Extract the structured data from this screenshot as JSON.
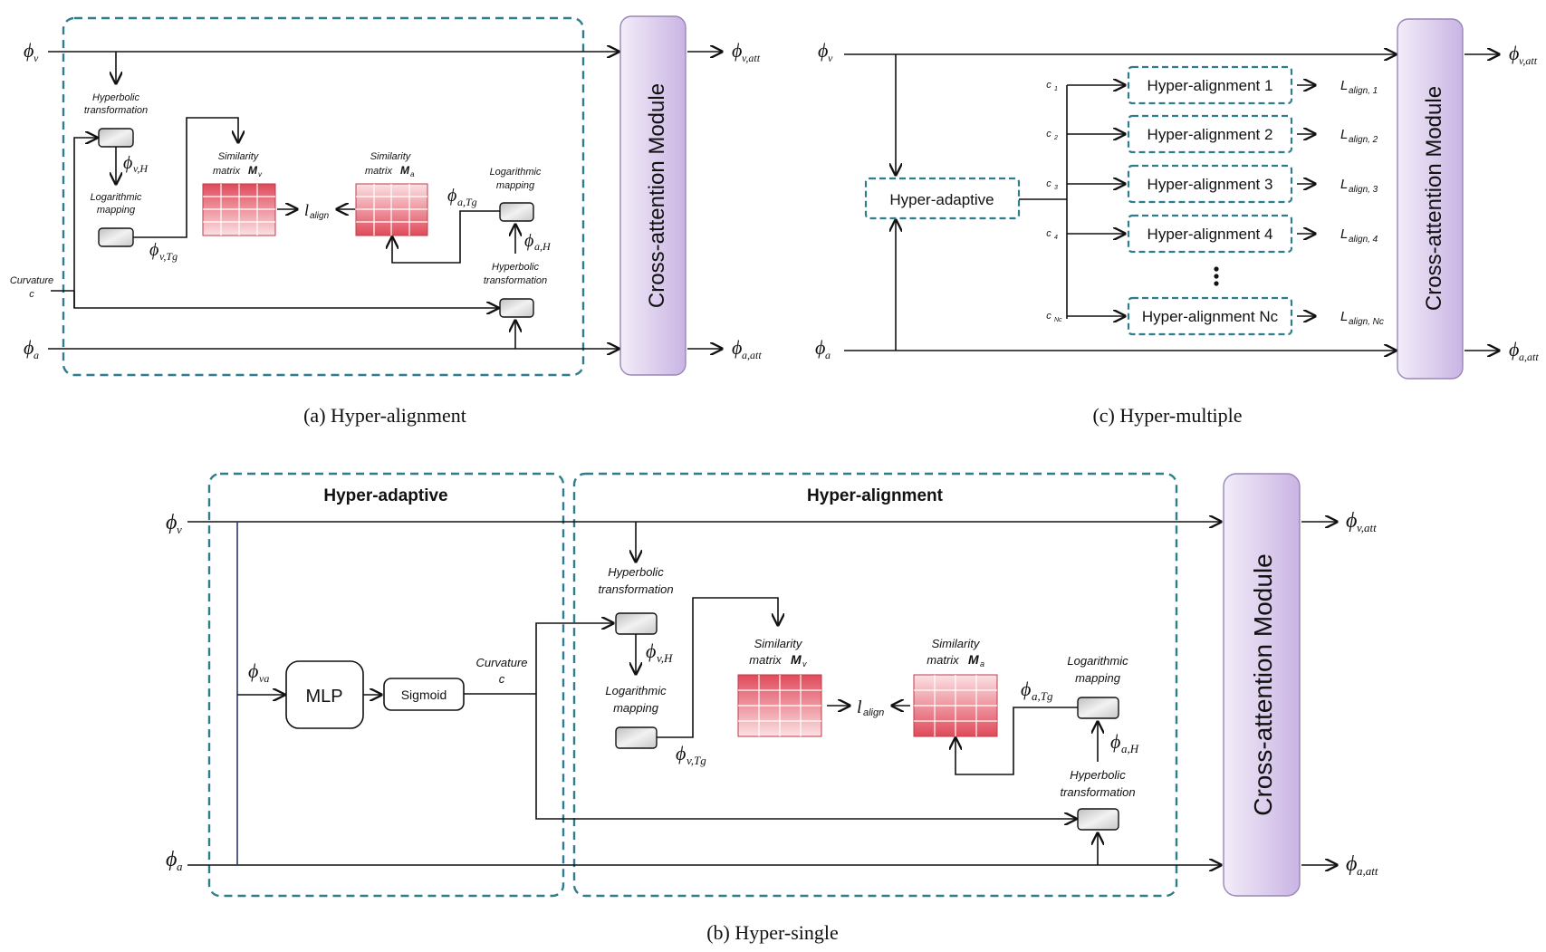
{
  "colors": {
    "dashed_border": "#2f7d8c",
    "cross_attention_fill_top": "#f3edf9",
    "cross_attention_fill_bottom": "#c9b4e3",
    "matrix_dark": "#e04a5a",
    "matrix_light": "#fbe1e4"
  },
  "icons": [
    "arrow-head",
    "chip-block",
    "similarity-grid",
    "vertical-ellipsis"
  ],
  "panel_a": {
    "caption": "(a)  Hyper-alignment",
    "cross_attention": "Cross-attention Module",
    "phi_v": "ϕ",
    "phi_v_sub": "v",
    "phi_a": "ϕ",
    "phi_a_sub": "a",
    "phi_v_att_sub": "v,att",
    "phi_a_att_sub": "a,att",
    "hyperbolic_1": "Hyperbolic",
    "hyperbolic_2": "transformation",
    "phi_vH_sub": "v,H",
    "logarithmic_1": "Logarithmic",
    "logarithmic_2": "mapping",
    "phi_vTg_sub": "v,Tg",
    "sim_v_1": "Similarity",
    "sim_v_2": "matrix",
    "sim_v_M": "M",
    "sim_v_sub": "v",
    "l_align": "l",
    "l_align_sub": "align",
    "sim_a_1": "Similarity",
    "sim_a_2": "matrix",
    "sim_a_M": "M",
    "sim_a_sub": "a",
    "phi_aTg_sub": "a,Tg",
    "phi_aH_sub": "a,H",
    "curvature": "Curvature",
    "curvature_c": "c"
  },
  "panel_c": {
    "caption": "(c)  Hyper-multiple",
    "cross_attention": "Cross-attention Module",
    "hyper_adaptive": "Hyper-adaptive",
    "alignments": [
      {
        "label": "Hyper-alignment 1",
        "c_sub": "1",
        "loss_sub": "align, 1"
      },
      {
        "label": "Hyper-alignment 2",
        "c_sub": "2",
        "loss_sub": "align, 2"
      },
      {
        "label": "Hyper-alignment 3",
        "c_sub": "3",
        "loss_sub": "align, 3"
      },
      {
        "label": "Hyper-alignment 4",
        "c_sub": "4",
        "loss_sub": "align, 4"
      },
      {
        "label": "Hyper-alignment Nc",
        "c_sub": "Nc",
        "loss_sub": "align, Nc"
      }
    ],
    "c_letter": "c",
    "L_letter": "L"
  },
  "panel_b": {
    "caption": "(b)  Hyper-single",
    "cross_attention": "Cross-attention Module",
    "hyper_adaptive_title": "Hyper-adaptive",
    "hyper_alignment_title": "Hyper-alignment",
    "mlp": "MLP",
    "sigmoid": "Sigmoid",
    "phi_va_sub": "va",
    "curvature": "Curvature",
    "curvature_c": "c"
  }
}
